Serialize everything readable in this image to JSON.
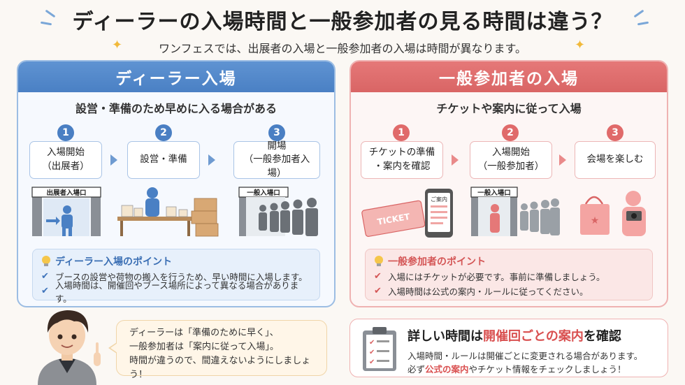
{
  "header": {
    "title": "ディーラーの入場時間と一般参加者の見る時間は違う？",
    "subtitle": "ワンフェスでは、出展者の入場と一般参加者の入場は時間が異なります。"
  },
  "dealer": {
    "heading": "ディーラー入場",
    "summary": "設営・準備のため早めに入る場合がある",
    "steps": [
      {
        "num": "1",
        "line1": "入場開始",
        "line2": "（出展者）"
      },
      {
        "num": "2",
        "line1": "設営・準備",
        "line2": ""
      },
      {
        "num": "3",
        "line1": "開場",
        "line2": "（一般参加者入場）"
      }
    ],
    "gate_sign": "出展者入場口",
    "public_gate_sign": "一般入場口",
    "points_title": "ディーラー入場のポイント",
    "points": [
      "ブースの設営や荷物の搬入を行うため、早い時間に入場します。",
      "入場時間は、開催回やブース場所によって異なる場合があります。"
    ]
  },
  "general": {
    "heading": "一般参加者の入場",
    "summary": "チケットや案内に従って入場",
    "steps": [
      {
        "num": "1",
        "line1": "チケットの準備",
        "line2": "・案内を確認"
      },
      {
        "num": "2",
        "line1": "入場開始",
        "line2": "（一般参加者）"
      },
      {
        "num": "3",
        "line1": "会場を楽しむ",
        "line2": ""
      }
    ],
    "ticket_text": "TICKET",
    "phone_text": "ご案内",
    "gate_sign": "一般入場口",
    "points_title": "一般参加者のポイント",
    "points": [
      "入場にはチケットが必要です。事前に準備しましょう。",
      "入場時間は公式の案内・ルールに従ってください。"
    ]
  },
  "speech": {
    "line1": "ディーラーは「準備のために早く」、",
    "line2": "一般参加者は「案内に従って入場」。",
    "line3": "時間が違うので、間違えないようにしましょう！"
  },
  "note": {
    "title_a": "詳しい時間は",
    "title_b": "開催回ごとの案内",
    "title_c": "を確認",
    "line1": "入場時間・ルールは開催ごとに変更される場合があります。",
    "line2_a": "必ず",
    "line2_b": "公式の案内",
    "line2_c": "やチケット情報をチェックしましょう！"
  },
  "colors": {
    "dealer_accent": "#4a80c4",
    "general_accent": "#d96565",
    "highlight": "#d94f4f"
  }
}
